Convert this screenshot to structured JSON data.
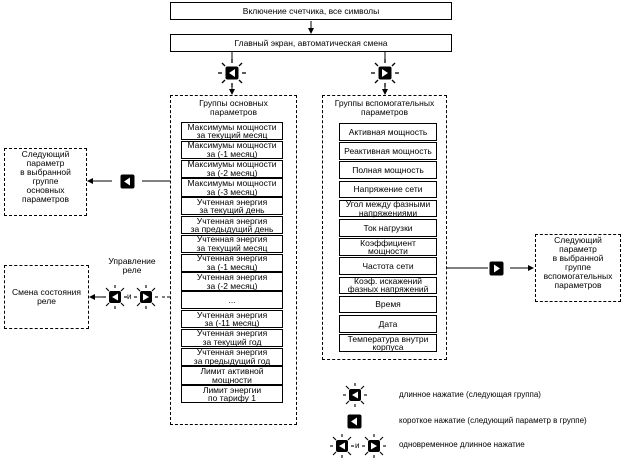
{
  "top": {
    "power_on": "Включение счетчика, все символы",
    "main_screen": "Главный экран, автоматическая смена"
  },
  "main_group": {
    "title": "Группы основных\nпараметров",
    "items": [
      "Максимумы мощности\nза текущий месяц",
      "Максимумы мощности\nза (-1 месяц)",
      "Максимумы мощности\nза (-2 месяц)",
      "Максимумы мощности\nза (-3 месяц)",
      "Учтенная энергия\nза текущий день",
      "Учтенная энергия\nза предыдущий день",
      "Учтенная энергия\nза текущий месяц",
      "Учтенная энергия\nза (-1 месяц)",
      "Учтенная энергия\nза (-2 месяц)",
      "...",
      "Учтенная энергия\nза (-11 месяц)",
      "Учтенная энергия\nза текущий год",
      "Учтенная энергия\nза предыдущий год",
      "Лимит активной\nмощности",
      "Лимит энергии\nпо тарифу 1"
    ]
  },
  "aux_group": {
    "title": "Группы вспомогательных\nпараметров",
    "items": [
      "Активная мощность",
      "Реактивная мощность",
      "Полная мощность",
      "Напряжение сети",
      "Угол между фазными\nнапряжениями",
      "Ток нагрузки",
      "Коэффициент\nмощности",
      "Частота сети",
      "Коэф. искажений\nфазных напряжений",
      "Время",
      "Дата",
      "Температура внутри\nкорпуса"
    ]
  },
  "side": {
    "next_main": "Следующий\nпараметр\nв выбранной\nгруппе\nосновных\nпараметров",
    "relay_control": "Управление\nреле",
    "relay_state": "Смена состояния\nреле",
    "next_aux": "Следующий\nпараметр\nв выбранной\nгруппе\nвспомогательных\nпараметров",
    "and_word": "и"
  },
  "legend": {
    "long_press": "длинное нажатие (следующая группа)",
    "short_press": "короткое нажатие (следующий параметр в группе)",
    "simultaneous": "одновременное длинное нажатие",
    "and_word": "и"
  },
  "icons": {
    "left_long": "left-button-long-press-icon",
    "right_long": "right-button-long-press-icon",
    "left_short": "left-button-icon",
    "right_short": "right-button-icon"
  }
}
